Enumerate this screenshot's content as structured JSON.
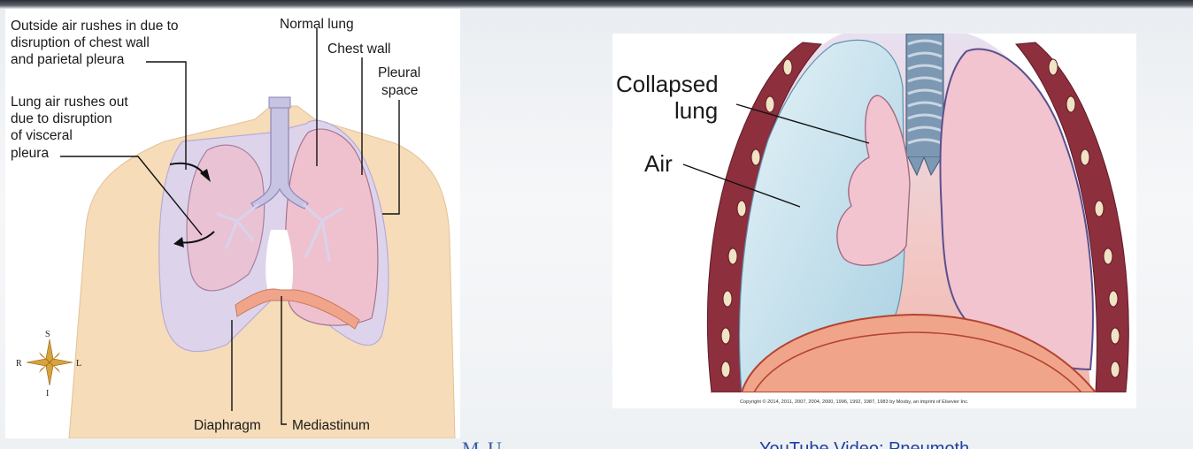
{
  "left_figure": {
    "labels": {
      "outside_air_1": "Outside air rushes in due to",
      "outside_air_2": "disruption of chest wall",
      "outside_air_3": "and parietal pleura",
      "lung_air_1": "Lung air rushes out",
      "lung_air_2": "due to disruption",
      "lung_air_3": "of visceral",
      "lung_air_4": "pleura",
      "normal_lung": "Normal lung",
      "chest_wall": "Chest wall",
      "pleural_1": "Pleural",
      "pleural_2": "space",
      "diaphragm": "Diaphragm",
      "mediastinum": "Mediastinum"
    },
    "compass": {
      "n": "S",
      "s": "I",
      "w": "R",
      "e": "L"
    }
  },
  "right_figure": {
    "labels": {
      "collapsed_1": "Collapsed",
      "collapsed_2": "lung",
      "air": "Air"
    },
    "copyright": "Copyright © 2014, 2011, 2007, 2004, 2000, 1996, 1992, 1987, 1983 by Mosby, an imprint of Elsevier Inc."
  },
  "footer": {
    "left": "M     U",
    "right": "YouTube Video: Pneumoth"
  },
  "colors": {
    "skin": "#f6dcb8",
    "lung_pink": "#f1c9d3",
    "lung_blue": "#c9e3ee",
    "pleura_lilac": "#d9d0ea",
    "chest_wall": "#8e2f3e",
    "diaphragm": "#f0a58a"
  }
}
